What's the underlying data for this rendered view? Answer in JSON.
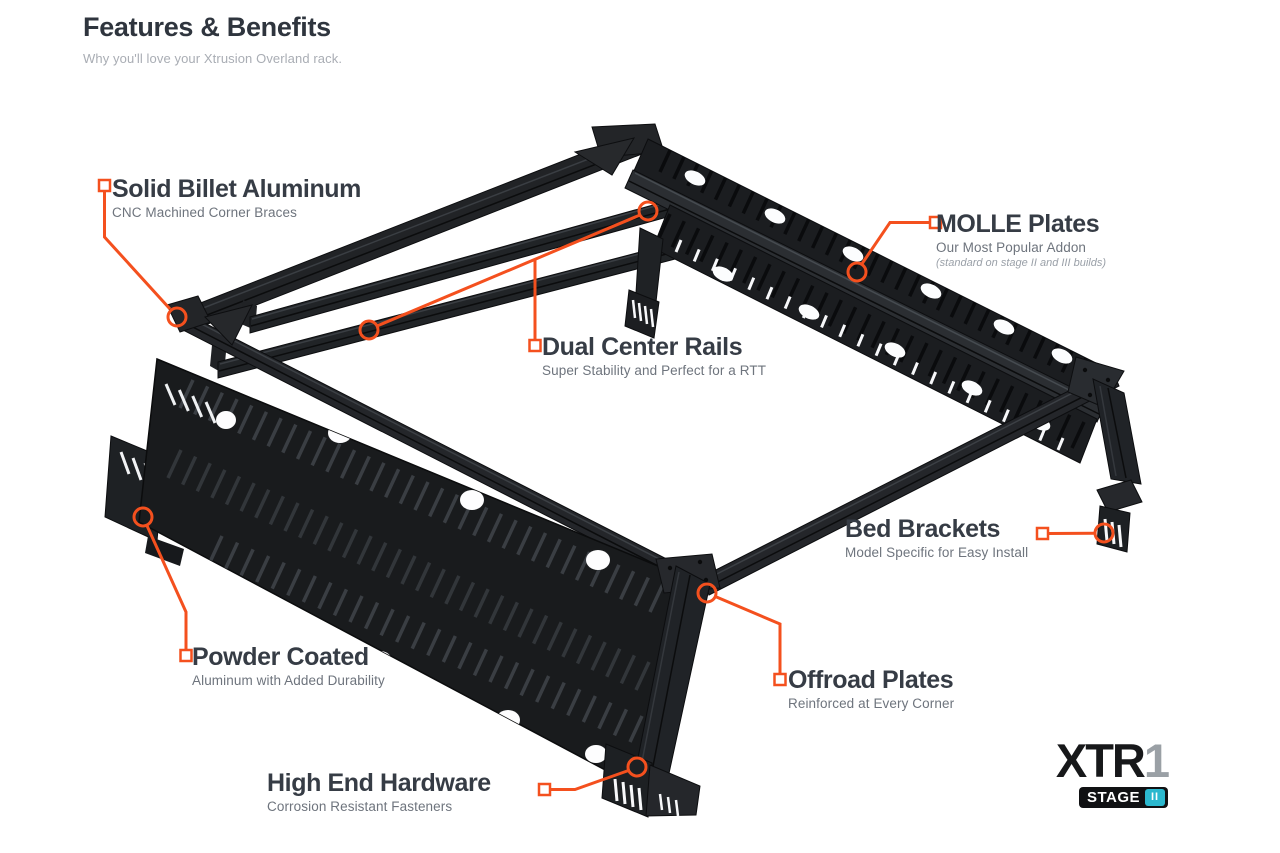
{
  "header": {
    "title": "Features & Benefits",
    "subtitle": "Why you'll love your Xtrusion Overland rack."
  },
  "callouts": {
    "solid_billet": {
      "title": "Solid Billet Aluminum",
      "subtitle": "CNC Machined Corner Braces"
    },
    "molle": {
      "title": "MOLLE Plates",
      "subtitle": "Our Most Popular Addon",
      "note": "(standard on stage II and III builds)"
    },
    "dual_center": {
      "title": "Dual Center Rails",
      "subtitle": "Super Stability and Perfect for a RTT"
    },
    "bed_brackets": {
      "title": "Bed Brackets",
      "subtitle": "Model Specific for Easy Install"
    },
    "powder_coated": {
      "title": "Powder Coated",
      "subtitle": "Aluminum with Added Durability"
    },
    "offroad_plates": {
      "title": "Offroad Plates",
      "subtitle": "Reinforced at Every Corner"
    },
    "high_end_hardware": {
      "title": "High End Hardware",
      "subtitle": "Corrosion Resistant Fasteners"
    }
  },
  "logo": {
    "brand": "XTR",
    "model_number": "1",
    "stage_label": "STAGE",
    "stage_numeral": "II"
  },
  "colors": {
    "accent": "#F4501E",
    "heading_text": "#363C45",
    "sub_text": "#6E747D",
    "note_text": "#9AA0A8",
    "stage_badge": "#2BB8CE",
    "rack_black": "#1C1E20",
    "background": "#FFFFFF"
  }
}
